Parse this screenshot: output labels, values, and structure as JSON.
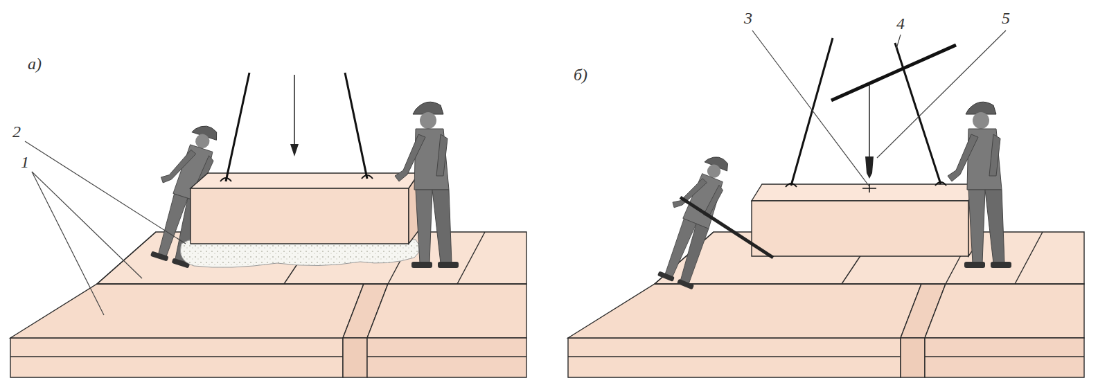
{
  "diagram": {
    "labels": [
      "а)",
      "2",
      "1",
      "б)",
      "3",
      "4",
      "5"
    ]
  }
}
